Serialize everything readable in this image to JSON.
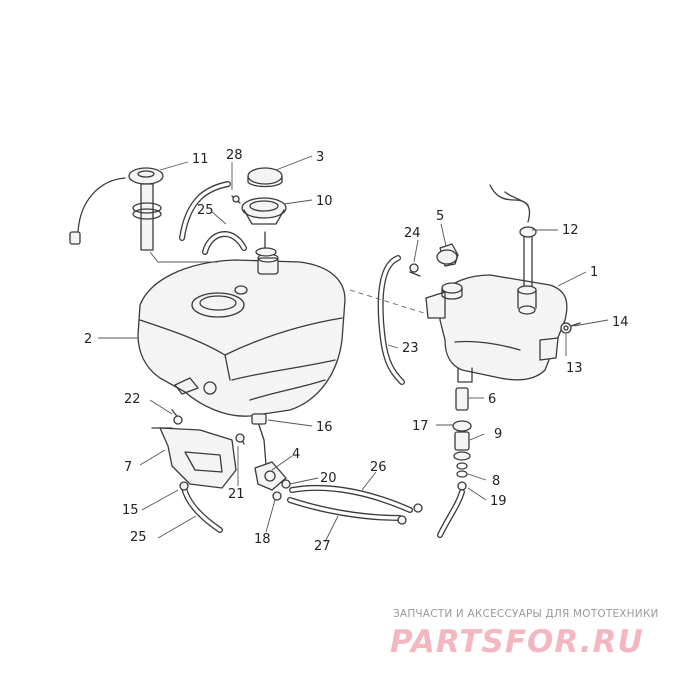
{
  "callouts": {
    "c1": "1",
    "c2": "2",
    "c3": "3",
    "c4": "4",
    "c5": "5",
    "c6": "6",
    "c7": "7",
    "c8": "8",
    "c9": "9",
    "c10": "10",
    "c11": "11",
    "c12": "12",
    "c13": "13",
    "c14": "14",
    "c15": "15",
    "c16": "16",
    "c17": "17",
    "c18": "18",
    "c19": "19",
    "c20": "20",
    "c21": "21",
    "c22": "22",
    "c23": "23",
    "c24": "24",
    "c25a": "25",
    "c25b": "25",
    "c26": "26",
    "c27": "27",
    "c28": "28"
  },
  "watermark": {
    "subtitle": "ЗАПЧАСТИ И АКСЕССУАРЫ ДЛЯ МОТОТЕХНИКИ",
    "brand": "PARTSFOR.RU"
  },
  "colors": {
    "line": "#3a3a3a",
    "watermark_brand": "#f3b7c0",
    "watermark_text": "#9a9a9a"
  }
}
